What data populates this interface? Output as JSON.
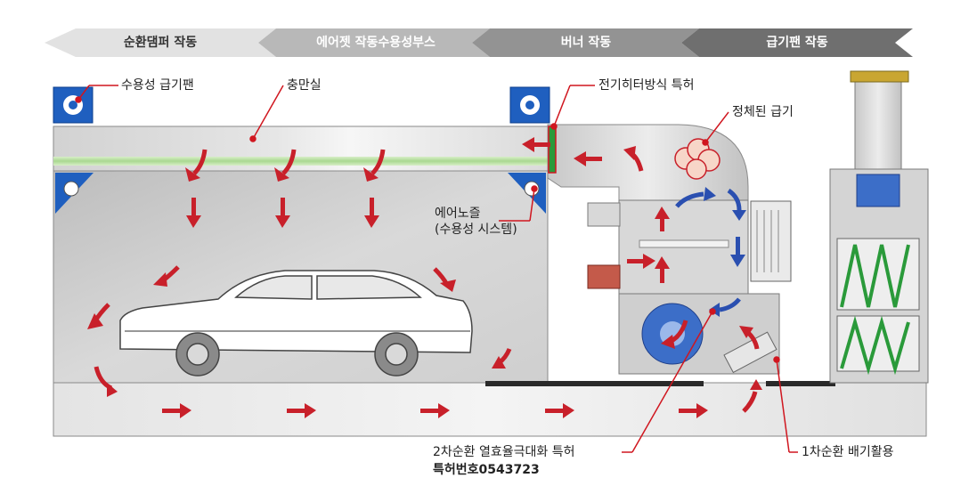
{
  "process_bar": {
    "steps": [
      {
        "label": "순환댐퍼 작동"
      },
      {
        "label": "에어젯 작동수용성부스"
      },
      {
        "label": "버너 작동"
      },
      {
        "label": "급기팬 작동"
      }
    ]
  },
  "callouts": {
    "supply_fan": "수용성 급기팬",
    "chamber": "충만실",
    "heater": "전기히터방식 특허",
    "stagnant_air": "정체된 급기",
    "air_nozzle_line1": "에어노즐",
    "air_nozzle_line2": "(수용성 시스템)",
    "heat_recovery": "2차순환 열효율극대화 특허",
    "patent_number": "특허번호0543723",
    "exhaust_reuse": "1차순환 배기활용"
  },
  "colors": {
    "flow_red": "#c8202a",
    "flow_blue": "#2a4fb0",
    "leader_red": "#d0161f",
    "filter_green": "#2a9a3a"
  }
}
